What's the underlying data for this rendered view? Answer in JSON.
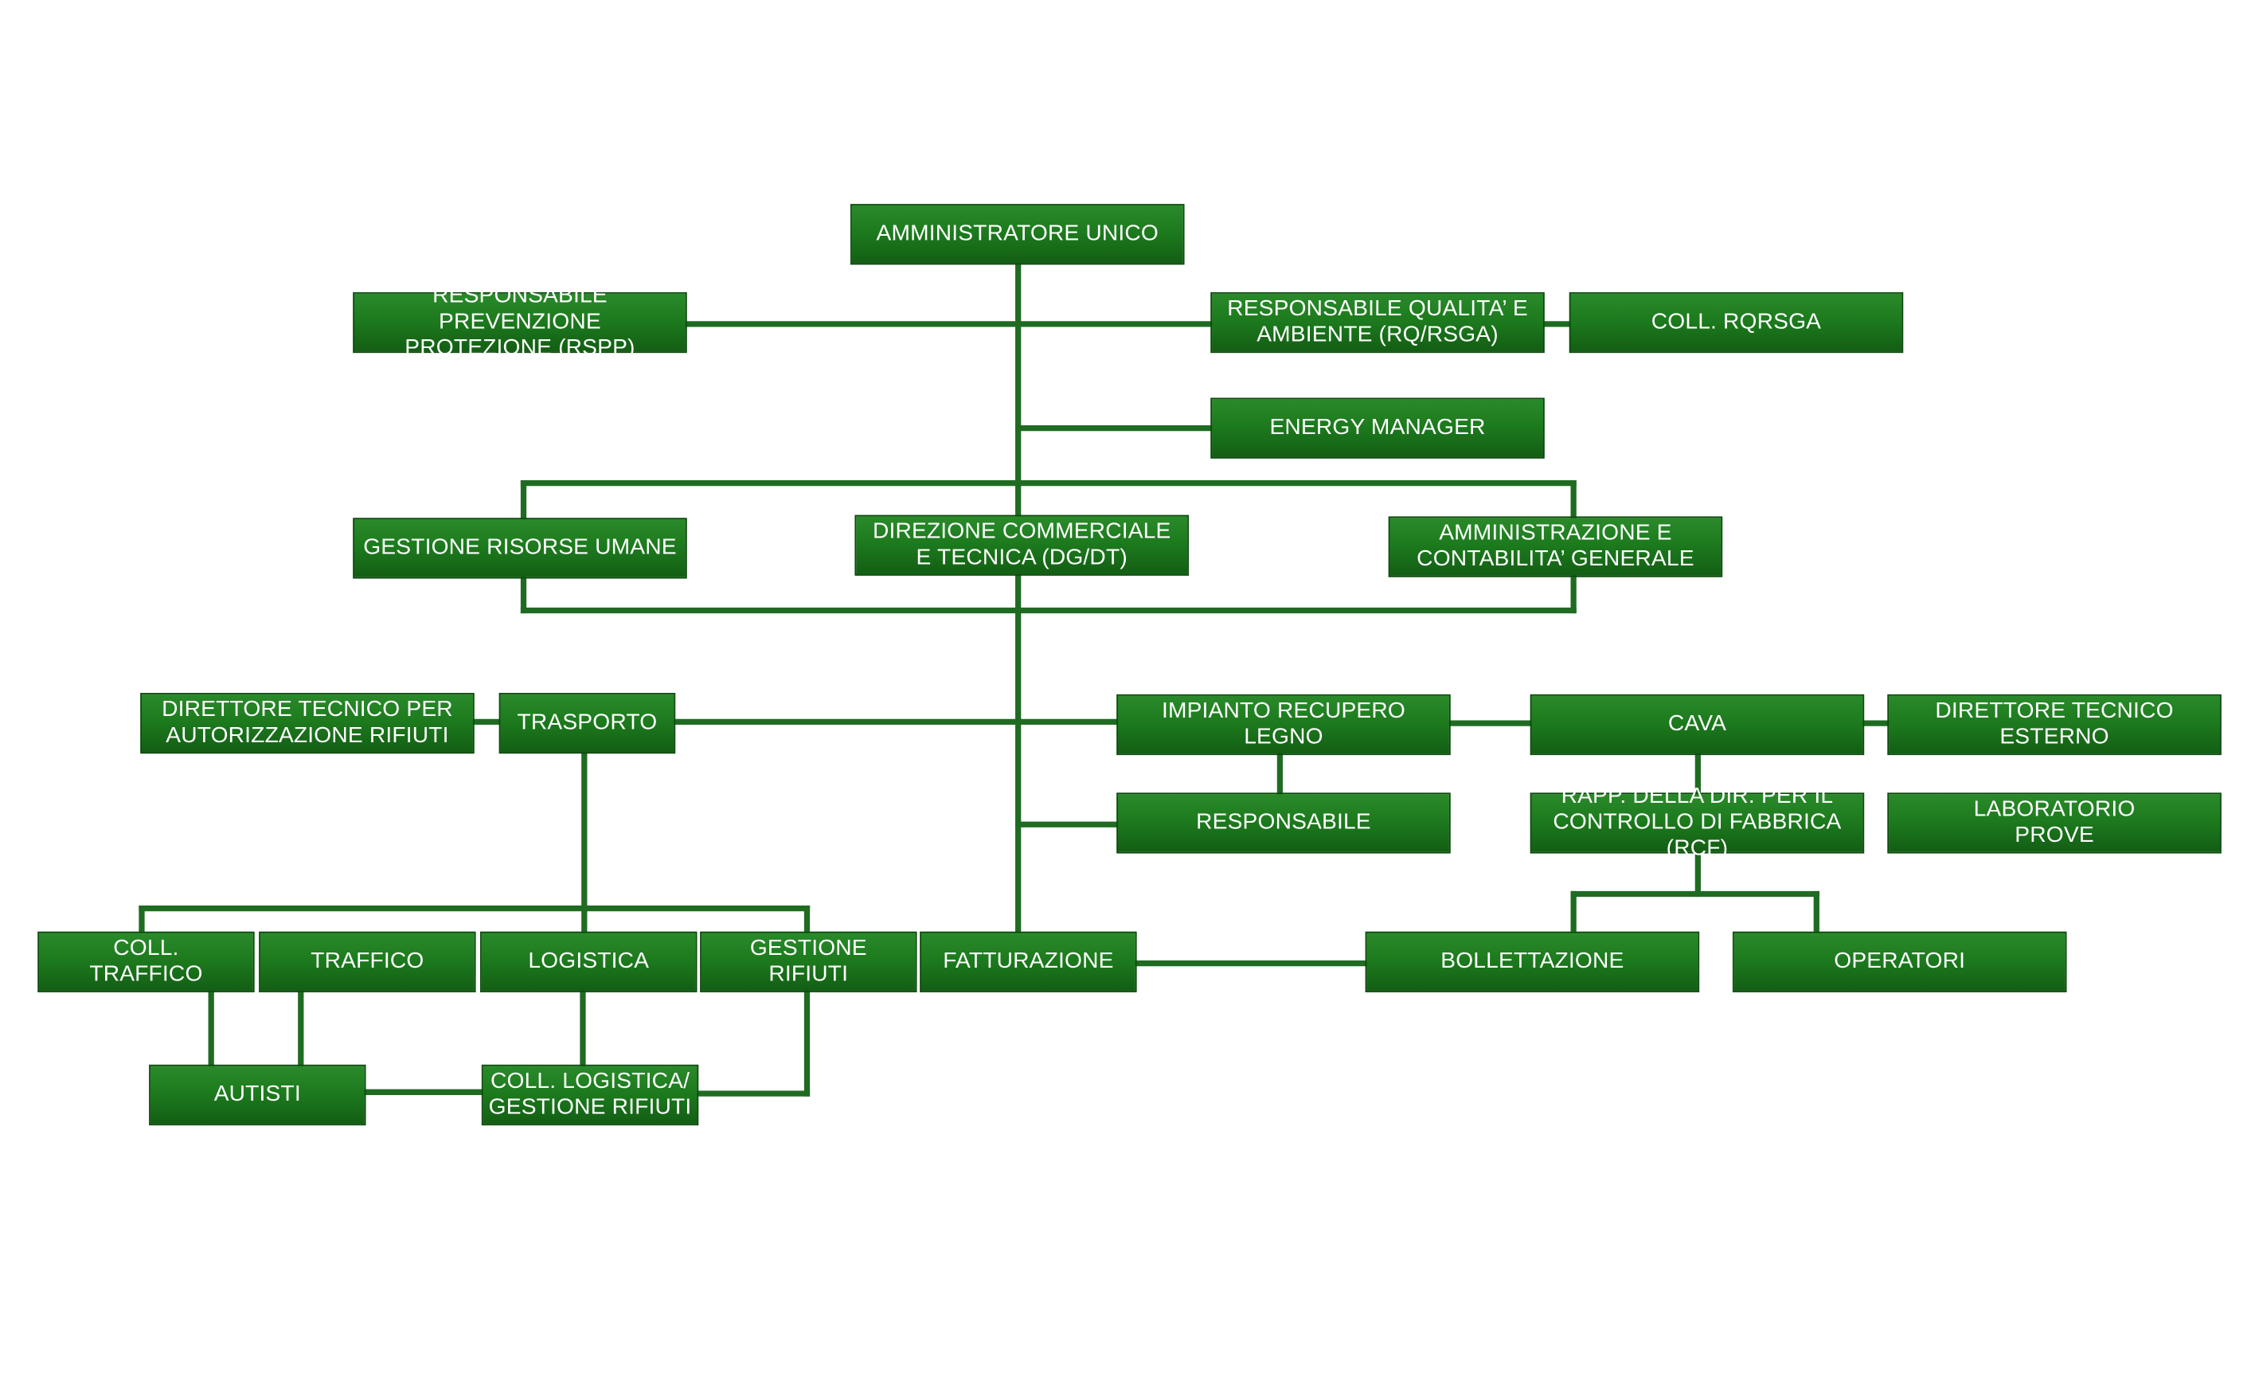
{
  "colors": {
    "node_fill": "#1d7b1e",
    "node_border": "#0c4a0d",
    "connector": "#1f6b22",
    "text": "#ffffff"
  },
  "nodes": {
    "amministratore_unico": "AMMINISTRATORE UNICO",
    "rspp": "RESPONSABILE PREVENZIONE\nPROTEZIONE (RSPP)",
    "rq_rsga": "RESPONSABILE QUALITA’ E\nAMBIENTE (RQ/RSGA)",
    "coll_rqrsga": "COLL. RQRSGA",
    "energy_manager": "ENERGY MANAGER",
    "gestione_risorse_umane": "GESTIONE RISORSE UMANE",
    "direzione_commerciale": "DIREZIONE COMMERCIALE\nE TECNICA (DG/DT)",
    "amministrazione_contabilita": "AMMINISTRAZIONE E\nCONTABILITA’ GENERALE",
    "direttore_tecnico_rifiuti": "DIRETTORE TECNICO PER\nAUTORIZZAZIONE RIFIUTI",
    "trasporto": "TRASPORTO",
    "impianto_recupero_legno": "IMPIANTO RECUPERO LEGNO",
    "cava": "CAVA",
    "direttore_tecnico_esterno": "DIRETTORE TECNICO ESTERNO",
    "responsabile": "RESPONSABILE",
    "rcf": "RAPP. DELLA DIR. PER IL\nCONTROLLO DI FABBRICA (RCF)",
    "laboratorio_prove": "LABORATORIO\nPROVE",
    "coll_traffico": "COLL.\nTRAFFICO",
    "traffico": "TRAFFICO",
    "logistica": "LOGISTICA",
    "gestione_rifiuti": "GESTIONE\nRIFIUTI",
    "fatturazione": "FATTURAZIONE",
    "bollettazione": "BOLLETTAZIONE",
    "operatori": "OPERATORI",
    "autisti": "AUTISTI",
    "coll_logistica": "COLL. LOGISTICA/\nGESTIONE RIFIUTI"
  }
}
